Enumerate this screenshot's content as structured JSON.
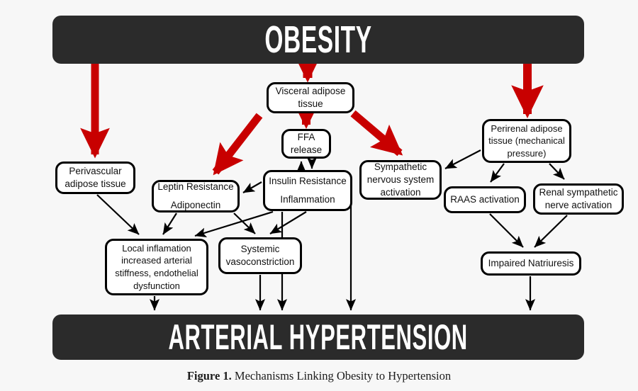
{
  "figure": {
    "background_color": "#f7f7f7",
    "bar_color": "#2b2b2b",
    "red_arrow_color": "#c80000",
    "black_line_color": "#000000",
    "box_fill_color": "#ffffff",
    "top_bar_label": "OBESITY",
    "bottom_bar_label": "ARTERIAL HYPERTENSION",
    "caption_prefix": "Figure 1.",
    "caption_text": " Mechanisms Linking Obesity to Hypertension"
  },
  "nodes": {
    "visceral": "Visceral adipose tissue",
    "ffa": "FFA release",
    "perivascular": "Perivascular adipose tissue",
    "leptin": "Leptin Resistance\nAdiponectin",
    "insulin": "Insulin Resistance\nInflammation",
    "sympathetic": "Sympathetic nervous system activation",
    "perirenal": "Perirenal adipose tissue (mechanical pressure)",
    "raas": "RAAS activation",
    "renal_sympathetic": "Renal sympathetic nerve activation",
    "local_inflammation": "Local inflamation increased arterial stiffness, endothelial dysfunction",
    "systemic": "Systemic vasoconstriction",
    "natriuresis": "Impaired Natriuresis"
  },
  "chart_data": {
    "type": "diagram",
    "title": "Mechanisms Linking Obesity to Hypertension",
    "diagram_kind": "flowchart",
    "source_node": "OBESITY",
    "sink_node": "ARTERIAL HYPERTENSION",
    "edges": [
      {
        "from": "OBESITY",
        "to": "Perivascular adipose tissue",
        "style": "thick-red"
      },
      {
        "from": "OBESITY",
        "to": "Visceral adipose tissue",
        "style": "thick-red"
      },
      {
        "from": "OBESITY",
        "to": "Perirenal adipose tissue (mechanical pressure)",
        "style": "thick-red"
      },
      {
        "from": "Visceral adipose tissue",
        "to": "FFA release",
        "style": "thick-red"
      },
      {
        "from": "Visceral adipose tissue",
        "to": "Leptin Resistance Adiponectin",
        "style": "thick-red"
      },
      {
        "from": "Visceral adipose tissue",
        "to": "Sympathetic nervous system activation",
        "style": "thick-red"
      },
      {
        "from": "Insulin Resistance Inflammation",
        "to": "FFA release",
        "style": "thin-black"
      },
      {
        "from": "FFA release",
        "to": "Insulin Resistance Inflammation",
        "style": "thin-black"
      },
      {
        "from": "Insulin Resistance Inflammation",
        "to": "Leptin Resistance Adiponectin",
        "style": "thin-black"
      },
      {
        "from": "Perivascular adipose tissue",
        "to": "Local inflamation increased arterial stiffness, endothelial dysfunction",
        "style": "thin-black"
      },
      {
        "from": "Leptin Resistance Adiponectin",
        "to": "Local inflamation increased arterial stiffness, endothelial dysfunction",
        "style": "thin-black"
      },
      {
        "from": "Leptin Resistance Adiponectin",
        "to": "Systemic vasoconstriction",
        "style": "thin-black"
      },
      {
        "from": "Insulin Resistance Inflammation",
        "to": "Local inflamation increased arterial stiffness, endothelial dysfunction",
        "style": "thin-black"
      },
      {
        "from": "Insulin Resistance Inflammation",
        "to": "Systemic vasoconstriction",
        "style": "thin-black"
      },
      {
        "from": "Perirenal adipose tissue (mechanical pressure)",
        "to": "Sympathetic nervous system activation",
        "style": "thin-black"
      },
      {
        "from": "Perirenal adipose tissue (mechanical pressure)",
        "to": "RAAS activation",
        "style": "thin-black"
      },
      {
        "from": "Perirenal adipose tissue (mechanical pressure)",
        "to": "Renal sympathetic nerve activation",
        "style": "thin-black"
      },
      {
        "from": "RAAS activation",
        "to": "Impaired Natriuresis",
        "style": "thin-black"
      },
      {
        "from": "Renal sympathetic nerve activation",
        "to": "Impaired Natriuresis",
        "style": "thin-black"
      },
      {
        "from": "Local inflamation increased arterial stiffness, endothelial dysfunction",
        "to": "ARTERIAL HYPERTENSION",
        "style": "thin-black"
      },
      {
        "from": "Systemic vasoconstriction",
        "to": "ARTERIAL HYPERTENSION",
        "style": "thin-black"
      },
      {
        "from": "Insulin Resistance Inflammation",
        "to": "ARTERIAL HYPERTENSION",
        "style": "thin-black"
      },
      {
        "from": "Sympathetic nervous system activation",
        "to": "ARTERIAL HYPERTENSION",
        "style": "thin-black"
      },
      {
        "from": "Impaired Natriuresis",
        "to": "ARTERIAL HYPERTENSION",
        "style": "thin-black"
      }
    ]
  }
}
